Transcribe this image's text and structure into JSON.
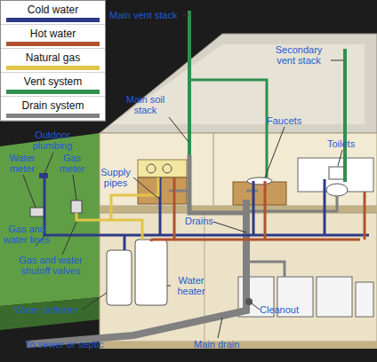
{
  "diagram": {
    "labels": [
      "Main vent stack",
      "Secondary vent stack",
      "Outdoor plumbing",
      "Main soil stack",
      "Faucets",
      "Toilets",
      "Water meter",
      "Gas meter",
      "Supply pipes",
      "Drains",
      "Gas and water lines",
      "Gas and water shutoff valves",
      "Water heater",
      "Water softener",
      "Cleanout",
      "To sewer or septic",
      "Main drain"
    ],
    "legend": [
      {
        "text": "Cold water",
        "color": "#2e3a87"
      },
      {
        "text": "Hot water",
        "color": "#b0522f"
      },
      {
        "text": "Natural gas",
        "color": "#e3c449"
      },
      {
        "text": "Vent system",
        "color": "#2f8f4e"
      },
      {
        "text": "Drain system",
        "color": "#808080"
      }
    ]
  }
}
